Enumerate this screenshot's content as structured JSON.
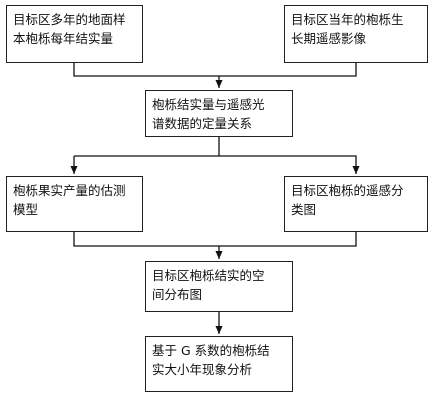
{
  "nodes": {
    "ground_yield": {
      "lines": [
        "目标区多年的地面样",
        "本枹栎每年结实量"
      ]
    },
    "remote_image": {
      "lines": [
        "目标区当年的枹栎生",
        "长期遥感影像"
      ]
    },
    "relation": {
      "lines": [
        "枹栎结实量与遥感光",
        "谱数据的定量关系"
      ]
    },
    "estimation": {
      "lines": [
        "枹栎果实产量的估测",
        "模型"
      ]
    },
    "classification": {
      "lines": [
        "目标区枹栎的遥感分",
        "类图"
      ]
    },
    "distribution": {
      "lines": [
        "目标区枹栎结实的空",
        "间分布图"
      ]
    },
    "analysis": {
      "lines": [
        "基于 G 系数的枹栎结",
        "实大小年现象分析"
      ]
    }
  }
}
